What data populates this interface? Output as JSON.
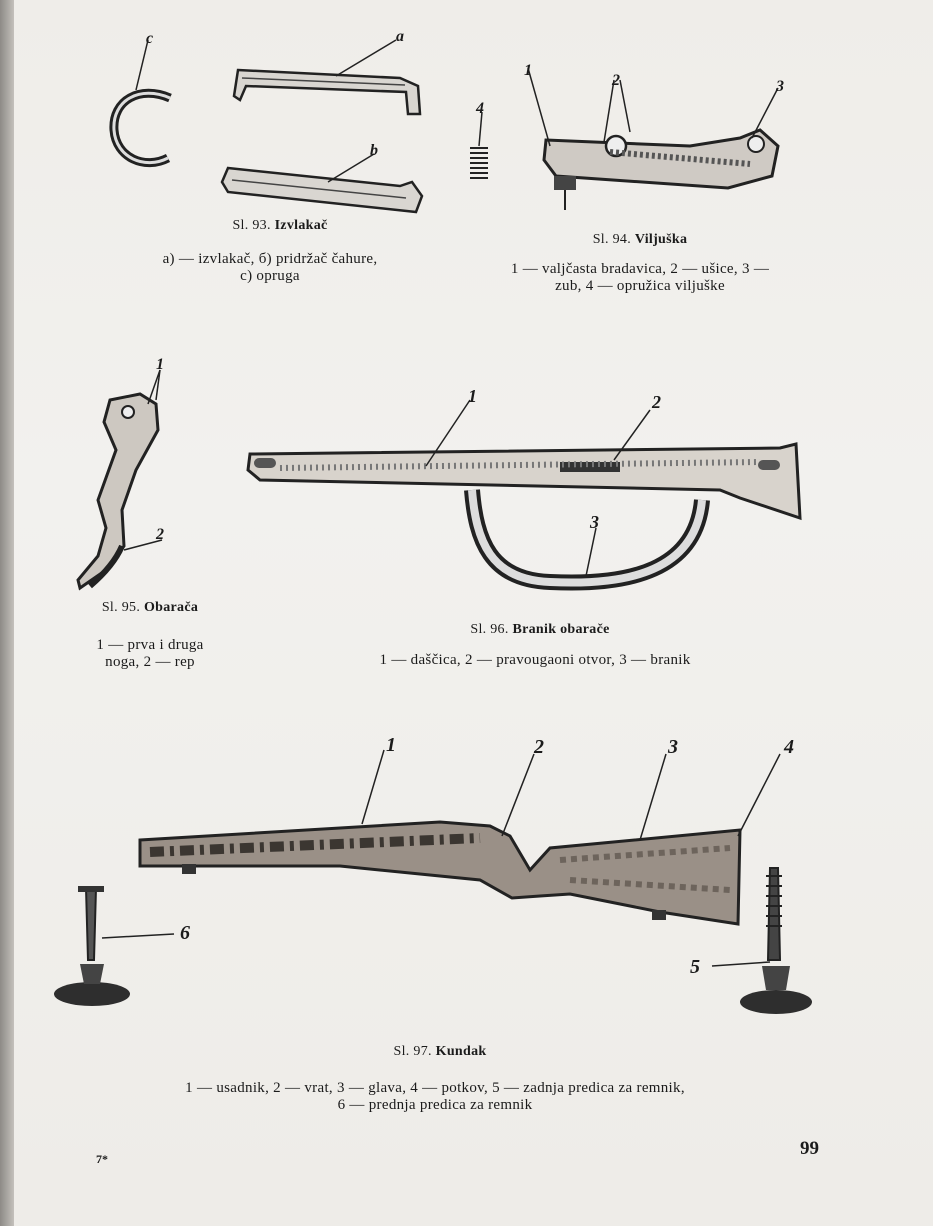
{
  "figures": {
    "fig93": {
      "title_prefix": "Sl. 93.",
      "title": "Izvlakač",
      "legend_line1": "a) — izvlakač, б) pridržač čahure,",
      "legend_line2": "c) opruga",
      "labels": {
        "a": "a",
        "b": "b",
        "c": "c"
      }
    },
    "fig94": {
      "title_prefix": "Sl. 94.",
      "title": "Viljuška",
      "legend_line1": "1 — valjčasta bradavica, 2 — ušice, 3 —",
      "legend_line2": "zub, 4 — opružica viljuške",
      "labels": {
        "n1": "1",
        "n2": "2",
        "n3": "3",
        "n4": "4"
      }
    },
    "fig95": {
      "title_prefix": "Sl. 95.",
      "title": "Obarača",
      "legend_line1": "1 — prva i druga",
      "legend_line2": "noga, 2 — rep",
      "labels": {
        "n1": "1",
        "n2": "2"
      }
    },
    "fig96": {
      "title_prefix": "Sl. 96.",
      "title": "Branik obarače",
      "legend_line1": "1 — daščica, 2 — pravougaoni otvor, 3 — branik",
      "labels": {
        "n1": "1",
        "n2": "2",
        "n3": "3"
      }
    },
    "fig97": {
      "title_prefix": "Sl. 97.",
      "title": "Kundak",
      "legend_line1": "1 — usadnik, 2 — vrat, 3 — glava, 4 — potkov, 5 — zadnja predica za remnik,",
      "legend_line2": "6 — prednja predica za remnik",
      "labels": {
        "n1": "1",
        "n2": "2",
        "n3": "3",
        "n4": "4",
        "n5": "5",
        "n6": "6"
      }
    }
  },
  "footer": {
    "signature": "7*",
    "page_number": "99"
  },
  "colors": {
    "ink": "#1b1b1b",
    "paper": "#f0eeea",
    "wood": "#8a7f74"
  }
}
